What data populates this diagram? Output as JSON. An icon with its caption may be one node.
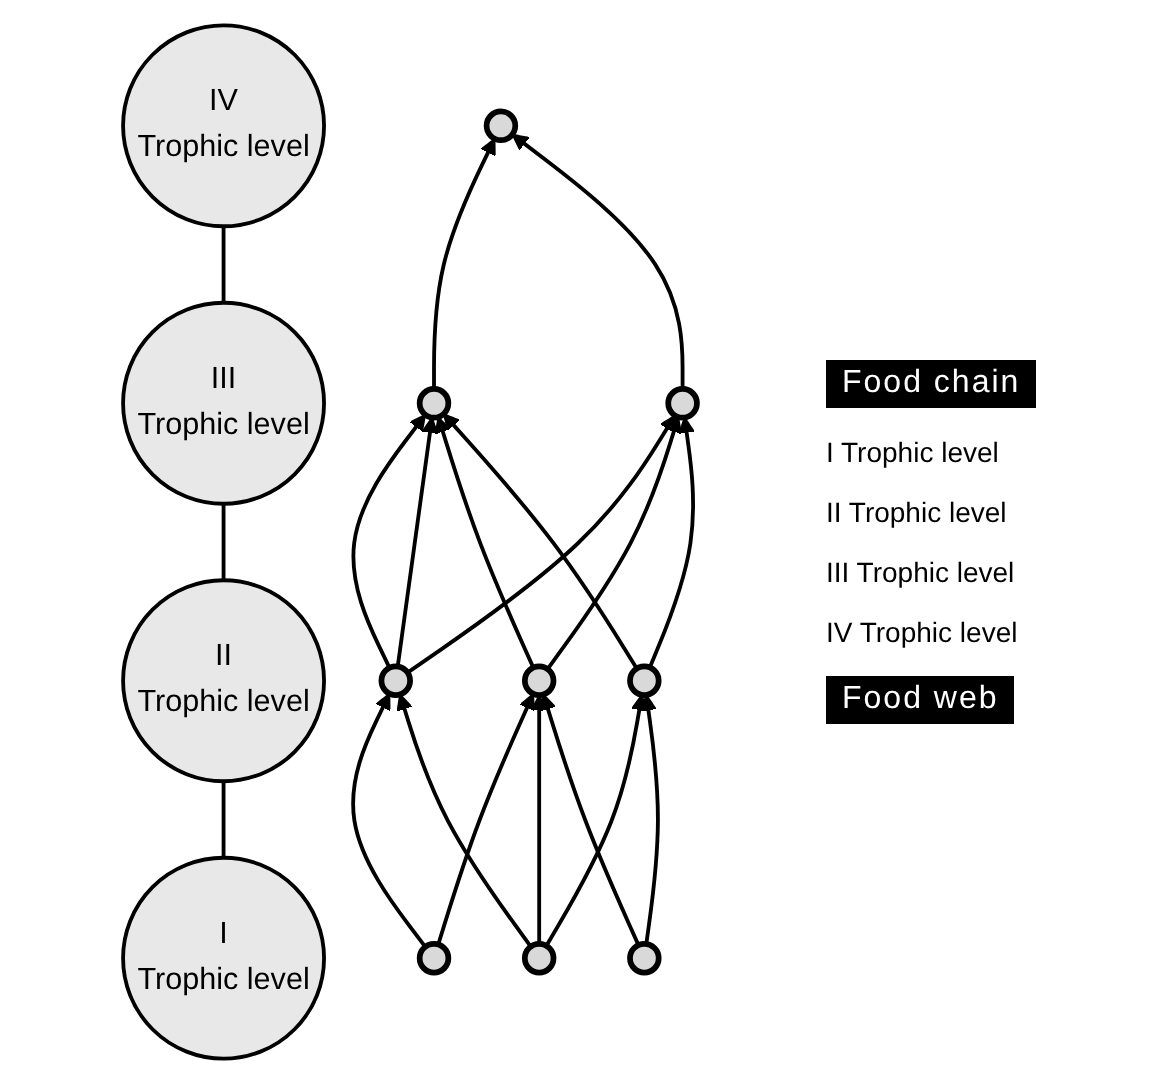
{
  "diagram": {
    "nodes": [
      {
        "text": [
          "I",
          "Trophic level"
        ]
      },
      {
        "text": [
          "II",
          "Trophic level"
        ]
      },
      {
        "text": [
          "III",
          "Trophic level"
        ]
      },
      {
        "text": [
          "IV",
          "Trophic level"
        ]
      },
      {
        "text": [],
        "shape": "circle"
      },
      {
        "text": [],
        "shape": "circle"
      },
      {
        "text": [],
        "shape": "circle"
      },
      {
        "text": [],
        "shape": "circle"
      },
      {
        "text": [],
        "shape": "circle"
      },
      {
        "text": [],
        "shape": "circle"
      },
      {
        "text": [],
        "shape": "circle"
      },
      {
        "text": [],
        "shape": "circle"
      },
      {
        "text": [],
        "shape": "circle"
      }
    ],
    "edges": [
      {
        "from": 0,
        "to": 1,
        "arrow": "none"
      },
      {
        "from": 1,
        "to": 2,
        "arrow": "none"
      },
      {
        "from": 2,
        "to": 3,
        "arrow": "none"
      },
      {
        "from": 5,
        "to": 4,
        "arrow": "to"
      },
      {
        "from": 6,
        "to": 4,
        "arrow": "to"
      },
      {
        "from": 7,
        "to": 5,
        "arrow": "to"
      },
      {
        "from": 7,
        "to": 5,
        "arrow": "to"
      },
      {
        "from": 7,
        "to": 6,
        "arrow": "to"
      },
      {
        "from": 8,
        "to": 5,
        "arrow": "to"
      },
      {
        "from": 8,
        "to": 6,
        "arrow": "to"
      },
      {
        "from": 9,
        "to": 5,
        "arrow": "to"
      },
      {
        "from": 9,
        "to": 6,
        "arrow": "to"
      },
      {
        "from": 10,
        "to": 7,
        "arrow": "to"
      },
      {
        "from": 10,
        "to": 8,
        "arrow": "to"
      },
      {
        "from": 11,
        "to": 7,
        "arrow": "to"
      },
      {
        "from": 11,
        "to": 8,
        "arrow": "to"
      },
      {
        "from": 11,
        "to": 9,
        "arrow": "to"
      },
      {
        "from": 12,
        "to": 8,
        "arrow": "to"
      },
      {
        "from": 12,
        "to": 9,
        "arrow": "to"
      }
    ],
    "labels": [
      "Food chain",
      "I Trophic level",
      "II Trophic level",
      "III Trophic level",
      "IV Trophic level",
      "Food web"
    ]
  }
}
